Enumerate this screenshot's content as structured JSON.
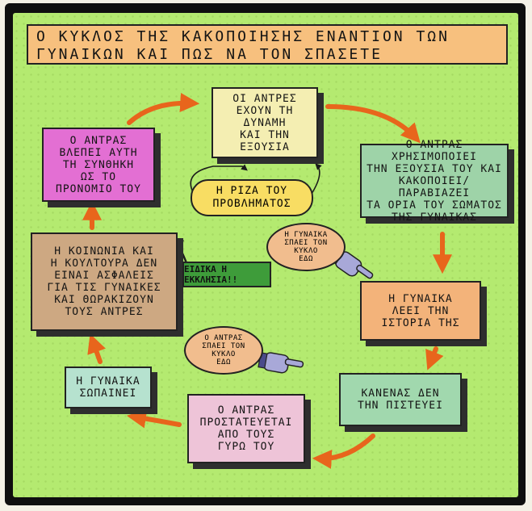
{
  "title": "Ο ΚΥΚΛΟΣ ΤΗΣ ΚΑΚΟΠΟΙΗΣΗΣ ΕΝΑΝΤΙΟΝ ΤΩΝ\nΓΥΝΑΙΚΩΝ ΚΑΙ ΠΩΣ ΝΑ ΤΟΝ ΣΠΑΣΕΤΕ",
  "cycle": {
    "power": "ΟΙ ΑΝΤΡΕΣ\nΕΧΟΥΝ ΤΗ\nΔΥΝΑΜΗ\nΚΑΙ ΤΗΝ\nΕΞΟΥΣΙΑ",
    "abuse": "Ο ΑΝΤΡΑΣ ΧΡΗΣΙΜΟΠΟΙΕΙ\nΤΗΝ ΕΞΟΥΣΙΑ ΤΟΥ ΚΑΙ\nΚΑΚΟΠΟΙΕΙ/ΠΑΡΑΒΙΑΖΕΙ\nΤΑ ΟΡΙΑ ΤΟΥ ΣΩΜΑΤΟΣ\nΤΗΣ ΓΥΝΑΙΚΑΣ",
    "tells": "Η ΓΥΝΑΙΚΑ\nΛΕΕΙ ΤΗΝ\nΙΣΤΟΡΙΑ ΤΗΣ",
    "nobody": "ΚΑΝΕΝΑΣ ΔΕΝ\nΤΗΝ ΠΙΣΤΕΥΕΙ",
    "protected": "Ο ΑΝΤΡΑΣ\nΠΡΟΣΤΑΤΕΥΕΤΑΙ\nΑΠΟ ΤΟΥΣ\nΓΥΡΩ ΤΟΥ",
    "silent": "Η ΓΥΝΑΙΚΑ\nΣΩΠΑΙΝΕΙ",
    "society": "Η ΚΟΙΝΩΝΙΑ ΚΑΙ\nΗ ΚΟΥΛΤΟΥΡΑ ΔΕΝ\nΕΙΝΑΙ ΑΣΦΑΛΕΙΣ\nΓΙΑ ΤΙΣ ΓΥΝΑΙΚΕΣ\nΚΑΙ ΘΩΡΑΚΙΖΟΥΝ\nΤΟΥΣ ΑΝΤΡΕΣ",
    "privilege": "Ο ΑΝΤΡΑΣ\nΒΛΕΠΕΙ ΑΥΤΗ\nΤΗ ΣΥΝΘΗΚΗ\nΩΣ ΤΟ\nΠΡΟΝΟΜΙΟ ΤΟΥ"
  },
  "root": "Η ΡΙΖΑ ΤΟΥ\nΠΡΟΒΛΗΜΑΤΟΣ",
  "church_note": "ΕΙΔΙΚΑ Η\nΕΚΚΛΗΣΙΑ!!",
  "woman_breaks": "Η ΓΥΝΑΙΚΑ\nΣΠΑΕΙ ΤΟΝ\nΚΥΚΛΟ\nΕΔΩ",
  "man_breaks": "Ο ΑΝΤΡΑΣ\nΣΠΑΕΙ ΤΟΝ\nΚΥΚΛΟ\nΕΔΩ",
  "colors": {
    "background": "#b4ea70",
    "title": "#f7c07e",
    "power": "#f4eeb2",
    "abuse": "#9ed3a8",
    "tells": "#f3b37a",
    "nobody": "#a1d8ae",
    "protected": "#eec4d8",
    "silent": "#b6e2cf",
    "society": "#cda882",
    "privilege": "#e36fd3",
    "root": "#f8dd63",
    "church": "#3e9c3a",
    "arrow": "#e8651c"
  },
  "icons": [
    "pointing-hand-icon",
    "pointing-hand-icon"
  ]
}
